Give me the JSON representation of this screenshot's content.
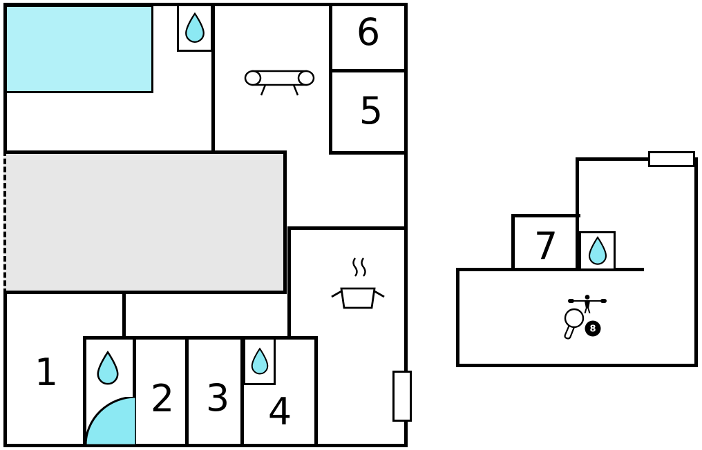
{
  "type": "floor_plan",
  "colors": {
    "wall": "#000000",
    "water_feature": "#8ce9f3",
    "pool": "#b3f1f8",
    "terrace": "#e7e7e7",
    "background": "#ffffff"
  },
  "rooms": {
    "r1": {
      "label": "1"
    },
    "r2": {
      "label": "2"
    },
    "r3": {
      "label": "3"
    },
    "r4": {
      "label": "4"
    },
    "r5": {
      "label": "5"
    },
    "r6": {
      "label": "6"
    },
    "r7": {
      "label": "7"
    }
  },
  "features": {
    "eight_ball_label": "8",
    "icons": [
      "water-drop-icon (top bedroom)",
      "water-drop-icon (bathroom)",
      "water-drop-icon (room 4)",
      "water-drop-icon (upper floor shower)",
      "sofa-icon (living room)",
      "cooking-pot-icon (kitchen)",
      "shower-quarter-circle (bathroom)",
      "foosball-player-icon (game room)",
      "table-tennis-paddle-icon (game room)",
      "eight-ball-icon (game room)",
      "pool-rectangle (cyan, top-left)",
      "terrace (gray, dashed open edge)",
      "window-marker (ground floor right wall)",
      "window-marker (upper floor top wall)"
    ]
  }
}
